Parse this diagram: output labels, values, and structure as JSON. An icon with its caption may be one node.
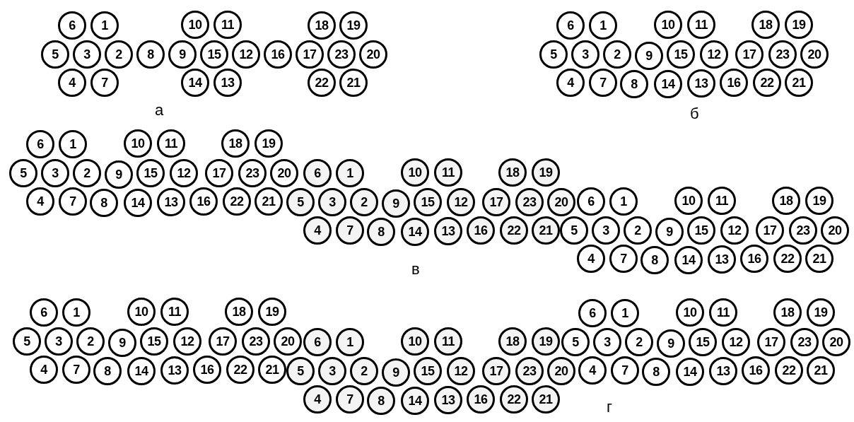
{
  "diagram": {
    "nodes": [
      {
        "text": [
          "6"
        ]
      },
      {
        "text": [
          "1"
        ]
      },
      {
        "text": [
          "10"
        ]
      },
      {
        "text": [
          "11"
        ]
      },
      {
        "text": [
          "18"
        ]
      },
      {
        "text": [
          "19"
        ]
      },
      {
        "text": [
          "5"
        ]
      },
      {
        "text": [
          "3"
        ]
      },
      {
        "text": [
          "2"
        ]
      },
      {
        "text": [
          "8"
        ]
      },
      {
        "text": [
          "9"
        ]
      },
      {
        "text": [
          "15"
        ]
      },
      {
        "text": [
          "12"
        ]
      },
      {
        "text": [
          "16"
        ]
      },
      {
        "text": [
          "17"
        ]
      },
      {
        "text": [
          "23"
        ]
      },
      {
        "text": [
          "20"
        ]
      },
      {
        "text": [
          "4"
        ]
      },
      {
        "text": [
          "7"
        ]
      },
      {
        "text": [
          "14"
        ]
      },
      {
        "text": [
          "13"
        ]
      },
      {
        "text": [
          "22"
        ]
      },
      {
        "text": [
          "21"
        ]
      },
      {
        "text": [
          "6"
        ]
      },
      {
        "text": [
          "1"
        ]
      },
      {
        "text": [
          "10"
        ]
      },
      {
        "text": [
          "11"
        ]
      },
      {
        "text": [
          "18"
        ]
      },
      {
        "text": [
          "19"
        ]
      },
      {
        "text": [
          "5"
        ]
      },
      {
        "text": [
          "3"
        ]
      },
      {
        "text": [
          "2"
        ]
      },
      {
        "text": [
          "9"
        ]
      },
      {
        "text": [
          "15"
        ]
      },
      {
        "text": [
          "12"
        ]
      },
      {
        "text": [
          "17"
        ]
      },
      {
        "text": [
          "23"
        ]
      },
      {
        "text": [
          "20"
        ]
      },
      {
        "text": [
          "4"
        ]
      },
      {
        "text": [
          "7"
        ]
      },
      {
        "text": [
          "8"
        ]
      },
      {
        "text": [
          "14"
        ]
      },
      {
        "text": [
          "13"
        ]
      },
      {
        "text": [
          "16"
        ]
      },
      {
        "text": [
          "22"
        ]
      },
      {
        "text": [
          "21"
        ]
      },
      {
        "text": [
          "6"
        ]
      },
      {
        "text": [
          "1"
        ]
      },
      {
        "text": [
          "10"
        ]
      },
      {
        "text": [
          "11"
        ]
      },
      {
        "text": [
          "18"
        ]
      },
      {
        "text": [
          "19"
        ]
      },
      {
        "text": [
          "5"
        ]
      },
      {
        "text": [
          "3"
        ]
      },
      {
        "text": [
          "2"
        ]
      },
      {
        "text": [
          "9"
        ]
      },
      {
        "text": [
          "15"
        ]
      },
      {
        "text": [
          "12"
        ]
      },
      {
        "text": [
          "17"
        ]
      },
      {
        "text": [
          "23"
        ]
      },
      {
        "text": [
          "20"
        ]
      },
      {
        "text": [
          "4"
        ]
      },
      {
        "text": [
          "7"
        ]
      },
      {
        "text": [
          "8"
        ]
      },
      {
        "text": [
          "14"
        ]
      },
      {
        "text": [
          "13"
        ]
      },
      {
        "text": [
          "16"
        ]
      },
      {
        "text": [
          "22"
        ]
      },
      {
        "text": [
          "21"
        ]
      },
      {
        "text": [
          "6"
        ]
      },
      {
        "text": [
          "1"
        ]
      },
      {
        "text": [
          "10"
        ]
      },
      {
        "text": [
          "11"
        ]
      },
      {
        "text": [
          "18"
        ]
      },
      {
        "text": [
          "19"
        ]
      },
      {
        "text": [
          "5"
        ]
      },
      {
        "text": [
          "3"
        ]
      },
      {
        "text": [
          "2"
        ]
      },
      {
        "text": [
          "9"
        ]
      },
      {
        "text": [
          "15"
        ]
      },
      {
        "text": [
          "12"
        ]
      },
      {
        "text": [
          "17"
        ]
      },
      {
        "text": [
          "23"
        ]
      },
      {
        "text": [
          "20"
        ]
      },
      {
        "text": [
          "4"
        ]
      },
      {
        "text": [
          "7"
        ]
      },
      {
        "text": [
          "8"
        ]
      },
      {
        "text": [
          "14"
        ]
      },
      {
        "text": [
          "13"
        ]
      },
      {
        "text": [
          "16"
        ]
      },
      {
        "text": [
          "22"
        ]
      },
      {
        "text": [
          "21"
        ]
      },
      {
        "text": [
          "6"
        ]
      },
      {
        "text": [
          "1"
        ]
      },
      {
        "text": [
          "10"
        ]
      },
      {
        "text": [
          "11"
        ]
      },
      {
        "text": [
          "18"
        ]
      },
      {
        "text": [
          "19"
        ]
      },
      {
        "text": [
          "5"
        ]
      },
      {
        "text": [
          "3"
        ]
      },
      {
        "text": [
          "2"
        ]
      },
      {
        "text": [
          "9"
        ]
      },
      {
        "text": [
          "15"
        ]
      },
      {
        "text": [
          "12"
        ]
      },
      {
        "text": [
          "17"
        ]
      },
      {
        "text": [
          "23"
        ]
      },
      {
        "text": [
          "20"
        ]
      },
      {
        "text": [
          "4"
        ]
      },
      {
        "text": [
          "7"
        ]
      },
      {
        "text": [
          "8"
        ]
      },
      {
        "text": [
          "14"
        ]
      },
      {
        "text": [
          "13"
        ]
      },
      {
        "text": [
          "16"
        ]
      },
      {
        "text": [
          "22"
        ]
      },
      {
        "text": [
          "21"
        ]
      },
      {
        "text": [
          "6"
        ]
      },
      {
        "text": [
          "1"
        ]
      },
      {
        "text": [
          "10"
        ]
      },
      {
        "text": [
          "11"
        ]
      },
      {
        "text": [
          "18"
        ]
      },
      {
        "text": [
          "19"
        ]
      },
      {
        "text": [
          "5"
        ]
      },
      {
        "text": [
          "3"
        ]
      },
      {
        "text": [
          "2"
        ]
      },
      {
        "text": [
          "9"
        ]
      },
      {
        "text": [
          "15"
        ]
      },
      {
        "text": [
          "12"
        ]
      },
      {
        "text": [
          "17"
        ]
      },
      {
        "text": [
          "23"
        ]
      },
      {
        "text": [
          "20"
        ]
      },
      {
        "text": [
          "4"
        ]
      },
      {
        "text": [
          "7"
        ]
      },
      {
        "text": [
          "8"
        ]
      },
      {
        "text": [
          "14"
        ]
      },
      {
        "text": [
          "13"
        ]
      },
      {
        "text": [
          "16"
        ]
      },
      {
        "text": [
          "22"
        ]
      },
      {
        "text": [
          "21"
        ]
      },
      {
        "text": [
          "6"
        ]
      },
      {
        "text": [
          "1"
        ]
      },
      {
        "text": [
          "10"
        ]
      },
      {
        "text": [
          "11"
        ]
      },
      {
        "text": [
          "18"
        ]
      },
      {
        "text": [
          "19"
        ]
      },
      {
        "text": [
          "5"
        ]
      },
      {
        "text": [
          "3"
        ]
      },
      {
        "text": [
          "2"
        ]
      },
      {
        "text": [
          "9"
        ]
      },
      {
        "text": [
          "15"
        ]
      },
      {
        "text": [
          "12"
        ]
      },
      {
        "text": [
          "17"
        ]
      },
      {
        "text": [
          "23"
        ]
      },
      {
        "text": [
          "20"
        ]
      },
      {
        "text": [
          "4"
        ]
      },
      {
        "text": [
          "7"
        ]
      },
      {
        "text": [
          "8"
        ]
      },
      {
        "text": [
          "14"
        ]
      },
      {
        "text": [
          "13"
        ]
      },
      {
        "text": [
          "16"
        ]
      },
      {
        "text": [
          "22"
        ]
      },
      {
        "text": [
          "21"
        ]
      },
      {
        "text": [
          "6"
        ]
      },
      {
        "text": [
          "1"
        ]
      },
      {
        "text": [
          "10"
        ]
      },
      {
        "text": [
          "11"
        ]
      },
      {
        "text": [
          "18"
        ]
      },
      {
        "text": [
          "19"
        ]
      },
      {
        "text": [
          "5"
        ]
      },
      {
        "text": [
          "3"
        ]
      },
      {
        "text": [
          "2"
        ]
      },
      {
        "text": [
          "9"
        ]
      },
      {
        "text": [
          "15"
        ]
      },
      {
        "text": [
          "12"
        ]
      },
      {
        "text": [
          "17"
        ]
      },
      {
        "text": [
          "23"
        ]
      },
      {
        "text": [
          "20"
        ]
      },
      {
        "text": [
          "4"
        ]
      },
      {
        "text": [
          "7"
        ]
      },
      {
        "text": [
          "8"
        ]
      },
      {
        "text": [
          "14"
        ]
      },
      {
        "text": [
          "13"
        ]
      },
      {
        "text": [
          "16"
        ]
      },
      {
        "text": [
          "22"
        ]
      },
      {
        "text": [
          "21"
        ]
      }
    ],
    "labels": [
      "а",
      "б",
      "в",
      "г"
    ]
  }
}
